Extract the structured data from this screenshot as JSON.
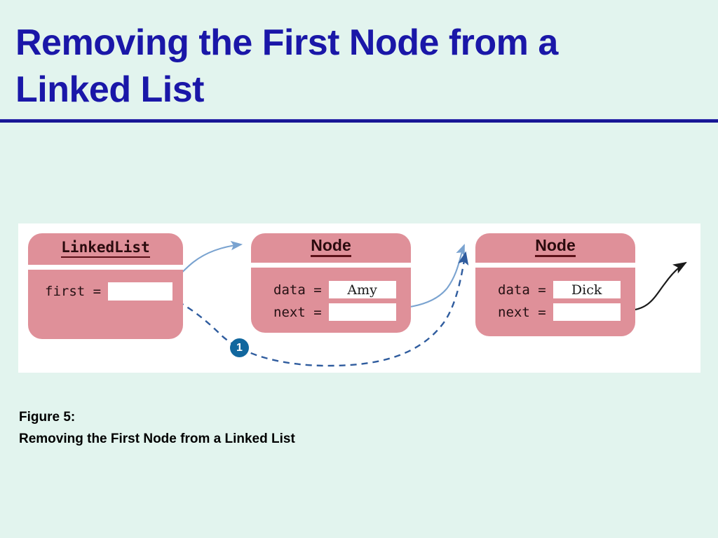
{
  "slide": {
    "title": "Removing the First Node from a\nLinked List",
    "title_color": "#1a17a8",
    "background_color": "#e2f4ee",
    "rule_color": "#171694"
  },
  "figure": {
    "panel_background": "#ffffff",
    "box_fill_color": "#df9099",
    "objects": [
      {
        "id": "linkedlist",
        "type_name": "LinkedList",
        "fields": [
          {
            "label": "first =",
            "value": ""
          }
        ]
      },
      {
        "id": "node1",
        "type_name": "Node",
        "fields": [
          {
            "label": "data =",
            "value": "Amy"
          },
          {
            "label": "next =",
            "value": ""
          }
        ]
      },
      {
        "id": "node2",
        "type_name": "Node",
        "fields": [
          {
            "label": "data =",
            "value": "Dick"
          },
          {
            "label": "next =",
            "value": ""
          }
        ]
      }
    ],
    "step_markers": [
      {
        "label": "1",
        "color": "#11679e"
      }
    ],
    "links": [
      {
        "name": "first-to-node1",
        "style": "solid",
        "color": "#7aa3d0",
        "from": "linkedlist.first",
        "to": "node1"
      },
      {
        "name": "node1-next-to-node2",
        "style": "solid",
        "color": "#7aa3d0",
        "from": "node1.next",
        "to": "node2"
      },
      {
        "name": "first-to-node2-new",
        "style": "dashed",
        "color": "#2f5c9e",
        "from": "linkedlist.first",
        "to": "node2"
      },
      {
        "name": "node2-next-to-rest",
        "style": "solid",
        "color": "#1a1a1a",
        "from": "node2.next",
        "to": "rest-of-list"
      }
    ]
  },
  "caption": {
    "text": "Figure 5:\nRemoving the First Node from a Linked List"
  }
}
